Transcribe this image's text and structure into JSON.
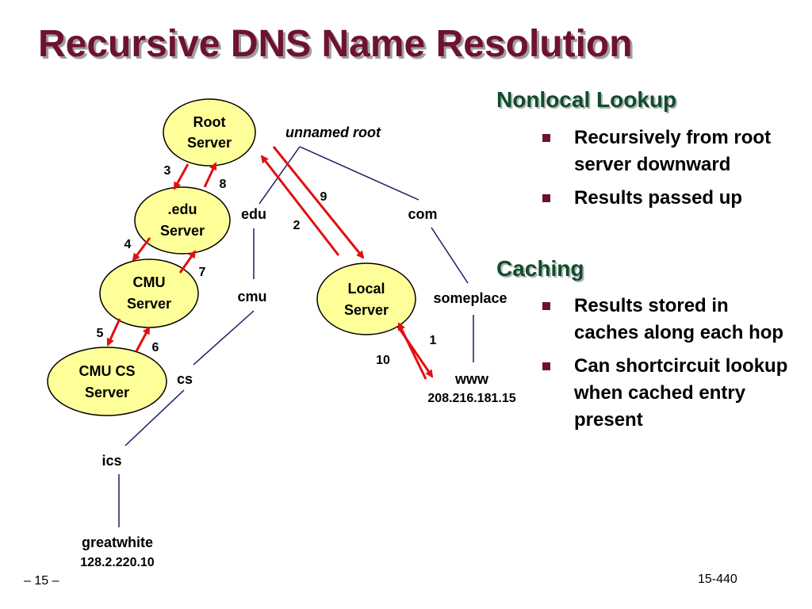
{
  "title": "Recursive DNS Name Resolution",
  "servers": {
    "root": [
      "Root",
      "Server"
    ],
    "edu": [
      ".edu",
      "Server"
    ],
    "cmu": [
      "CMU",
      "Server"
    ],
    "cmucs": [
      "CMU CS",
      "Server"
    ],
    "local": [
      "Local",
      "Server"
    ]
  },
  "tree": {
    "unnamed_root": "unnamed root",
    "edu": "edu",
    "com": "com",
    "cmu": "cmu",
    "someplace": "someplace",
    "cs": "cs",
    "www": "www",
    "www_ip": "208.216.181.15",
    "ics": "ics",
    "greatwhite": "greatwhite",
    "greatwhite_ip": "128.2.220.10"
  },
  "steps": {
    "s1": "1",
    "s2": "2",
    "s3": "3",
    "s4": "4",
    "s5": "5",
    "s6": "6",
    "s7": "7",
    "s8": "8",
    "s9": "9",
    "s10": "10"
  },
  "colors": {
    "title": "#6e1230",
    "section_heading": "#0f4d2c",
    "server_fill": "#ffff99",
    "arrow": "#e01010",
    "tree_line": "#1a1a66"
  },
  "sections": [
    {
      "heading": "Nonlocal Lookup",
      "bullets": [
        "Recursively from root server downward",
        "Results passed up"
      ]
    },
    {
      "heading": "Caching",
      "bullets": [
        "Results stored in caches along each hop",
        "Can shortcircuit lookup when cached entry present"
      ]
    }
  ],
  "footer": {
    "page": "– 15 –",
    "course": "15-440"
  }
}
